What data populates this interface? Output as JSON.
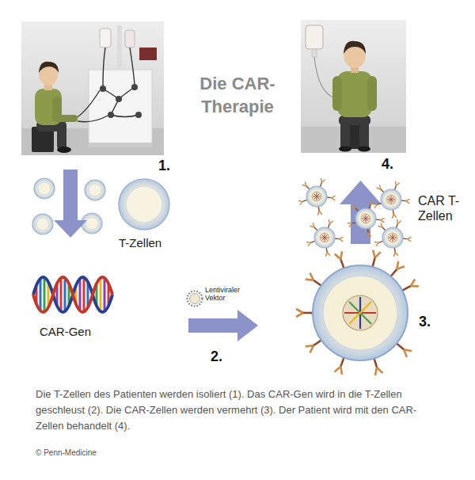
{
  "diagram": {
    "title": "Die CAR-Therapie",
    "caption": "Die T-Zellen des Patienten werden isoliert (1). Das CAR-Gen wird in die T-Zellen geschleust (2). Die CAR-Zellen werden vermehrt (3). Der Patient wird mit den CAR-Zellen behandelt (4).",
    "labels": [
      "1.",
      "T-Zellen",
      "CAR-Gen",
      "Lentiviraler Vektor",
      "2.",
      "3.",
      "CAR T-Zellen",
      "4.",
      "© Penn-Medicine"
    ]
  }
}
